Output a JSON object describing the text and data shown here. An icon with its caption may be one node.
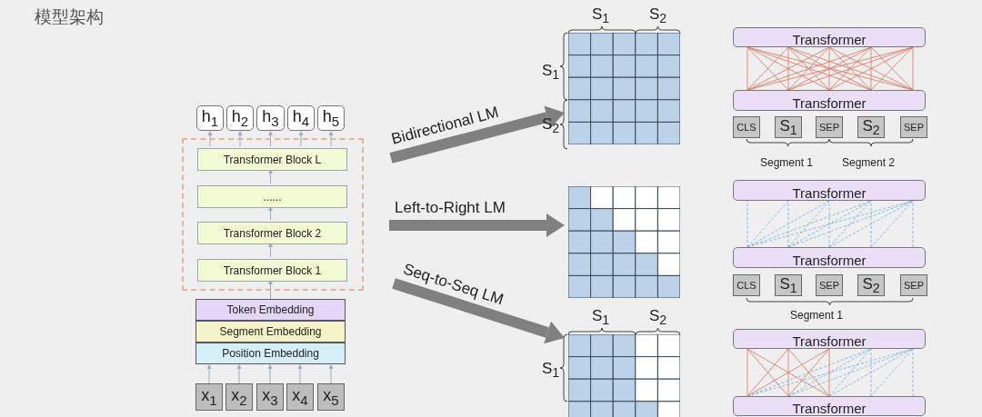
{
  "diagram": {
    "title": "模型架构",
    "nodes": [
      {
        "text": [
          "h$_{1}$"
        ]
      },
      {
        "text": [
          "h$_{2}$"
        ]
      },
      {
        "text": [
          "h$_{3}$"
        ]
      },
      {
        "text": [
          "h$_{4}$"
        ]
      },
      {
        "text": [
          "h$_{5}$"
        ]
      },
      {
        "text": [],
        "shape": "box"
      },
      {
        "text": [
          "Transformer Block L"
        ],
        "in": 5
      },
      {
        "text": [
          "......"
        ],
        "in": 5
      },
      {
        "text": [
          "Transformer Block 2"
        ],
        "in": 5
      },
      {
        "text": [
          "Transformer Block 1"
        ],
        "in": 5
      },
      {
        "text": [
          "Token Embedding"
        ]
      },
      {
        "text": [
          "Segment Embedding"
        ]
      },
      {
        "text": [
          "Position Embedding"
        ]
      },
      {
        "text": [
          "x$_{1}$"
        ]
      },
      {
        "text": [
          "x$_{2}$"
        ]
      },
      {
        "text": [
          "x$_{3}$"
        ]
      },
      {
        "text": [
          "x$_{4}$"
        ]
      },
      {
        "text": [
          "x$_{5}$"
        ]
      },
      {
        "text": [],
        "shape": "grid"
      },
      {
        "text": [],
        "shape": "grid"
      },
      {
        "text": [],
        "shape": "grid"
      },
      {
        "text": [
          "Transformer"
        ]
      },
      {
        "text": [
          "Transformer"
        ]
      },
      {
        "text": [
          "CLS"
        ]
      },
      {
        "text": [
          "S$_{1}$"
        ]
      },
      {
        "text": [
          "SEP"
        ]
      },
      {
        "text": [
          "S$_{2}$"
        ]
      },
      {
        "text": [
          "SEP"
        ]
      },
      {
        "text": [
          "Transformer"
        ]
      },
      {
        "text": [
          "Transformer"
        ]
      },
      {
        "text": [
          "CLS"
        ]
      },
      {
        "text": [
          "S$_{1}$"
        ]
      },
      {
        "text": [
          "SEP"
        ]
      },
      {
        "text": [
          "S$_{2}$"
        ]
      },
      {
        "text": [
          "SEP"
        ]
      },
      {
        "text": [
          "Transformer"
        ]
      },
      {
        "text": [
          "Transformer"
        ]
      }
    ],
    "edges": [
      {
        "from": 13,
        "to": 12,
        "arrow": "to"
      },
      {
        "from": 14,
        "to": 12,
        "arrow": "to"
      },
      {
        "from": 15,
        "to": 12,
        "arrow": "to"
      },
      {
        "from": 16,
        "to": 12,
        "arrow": "to"
      },
      {
        "from": 17,
        "to": 12,
        "arrow": "to"
      },
      {
        "from": 10,
        "to": 9,
        "arrow": "to"
      },
      {
        "from": 9,
        "to": 8,
        "arrow": "to"
      },
      {
        "from": 8,
        "to": 7,
        "arrow": "to"
      },
      {
        "from": 7,
        "to": 6,
        "arrow": "to"
      },
      {
        "from": 6,
        "to": 0,
        "arrow": "to"
      },
      {
        "from": 6,
        "to": 1,
        "arrow": "to"
      },
      {
        "from": 6,
        "to": 2,
        "arrow": "to"
      },
      {
        "from": 6,
        "to": 3,
        "arrow": "to"
      },
      {
        "from": 6,
        "to": 4,
        "arrow": "to"
      },
      {
        "from": null,
        "to": 18,
        "arrow": "to",
        "label": "Bidirectional LM",
        "style": "thick",
        "color": "#808080"
      },
      {
        "from": null,
        "to": 19,
        "arrow": "to",
        "label": "Left-to-Right LM",
        "style": "thick",
        "color": "#808080"
      },
      {
        "from": null,
        "to": 20,
        "arrow": "to",
        "label": "Seq-to-Seq LM",
        "style": "thick",
        "color": "#808080"
      }
    ],
    "labels": [
      "S$_{1}$",
      "S$_{2}$",
      "S$_{1}$",
      "S$_{2}$",
      "Segment 1",
      "Segment 2",
      "S$_{1}$",
      "S$_{2}$",
      "Segment 1",
      "S$_{1}$"
    ]
  }
}
